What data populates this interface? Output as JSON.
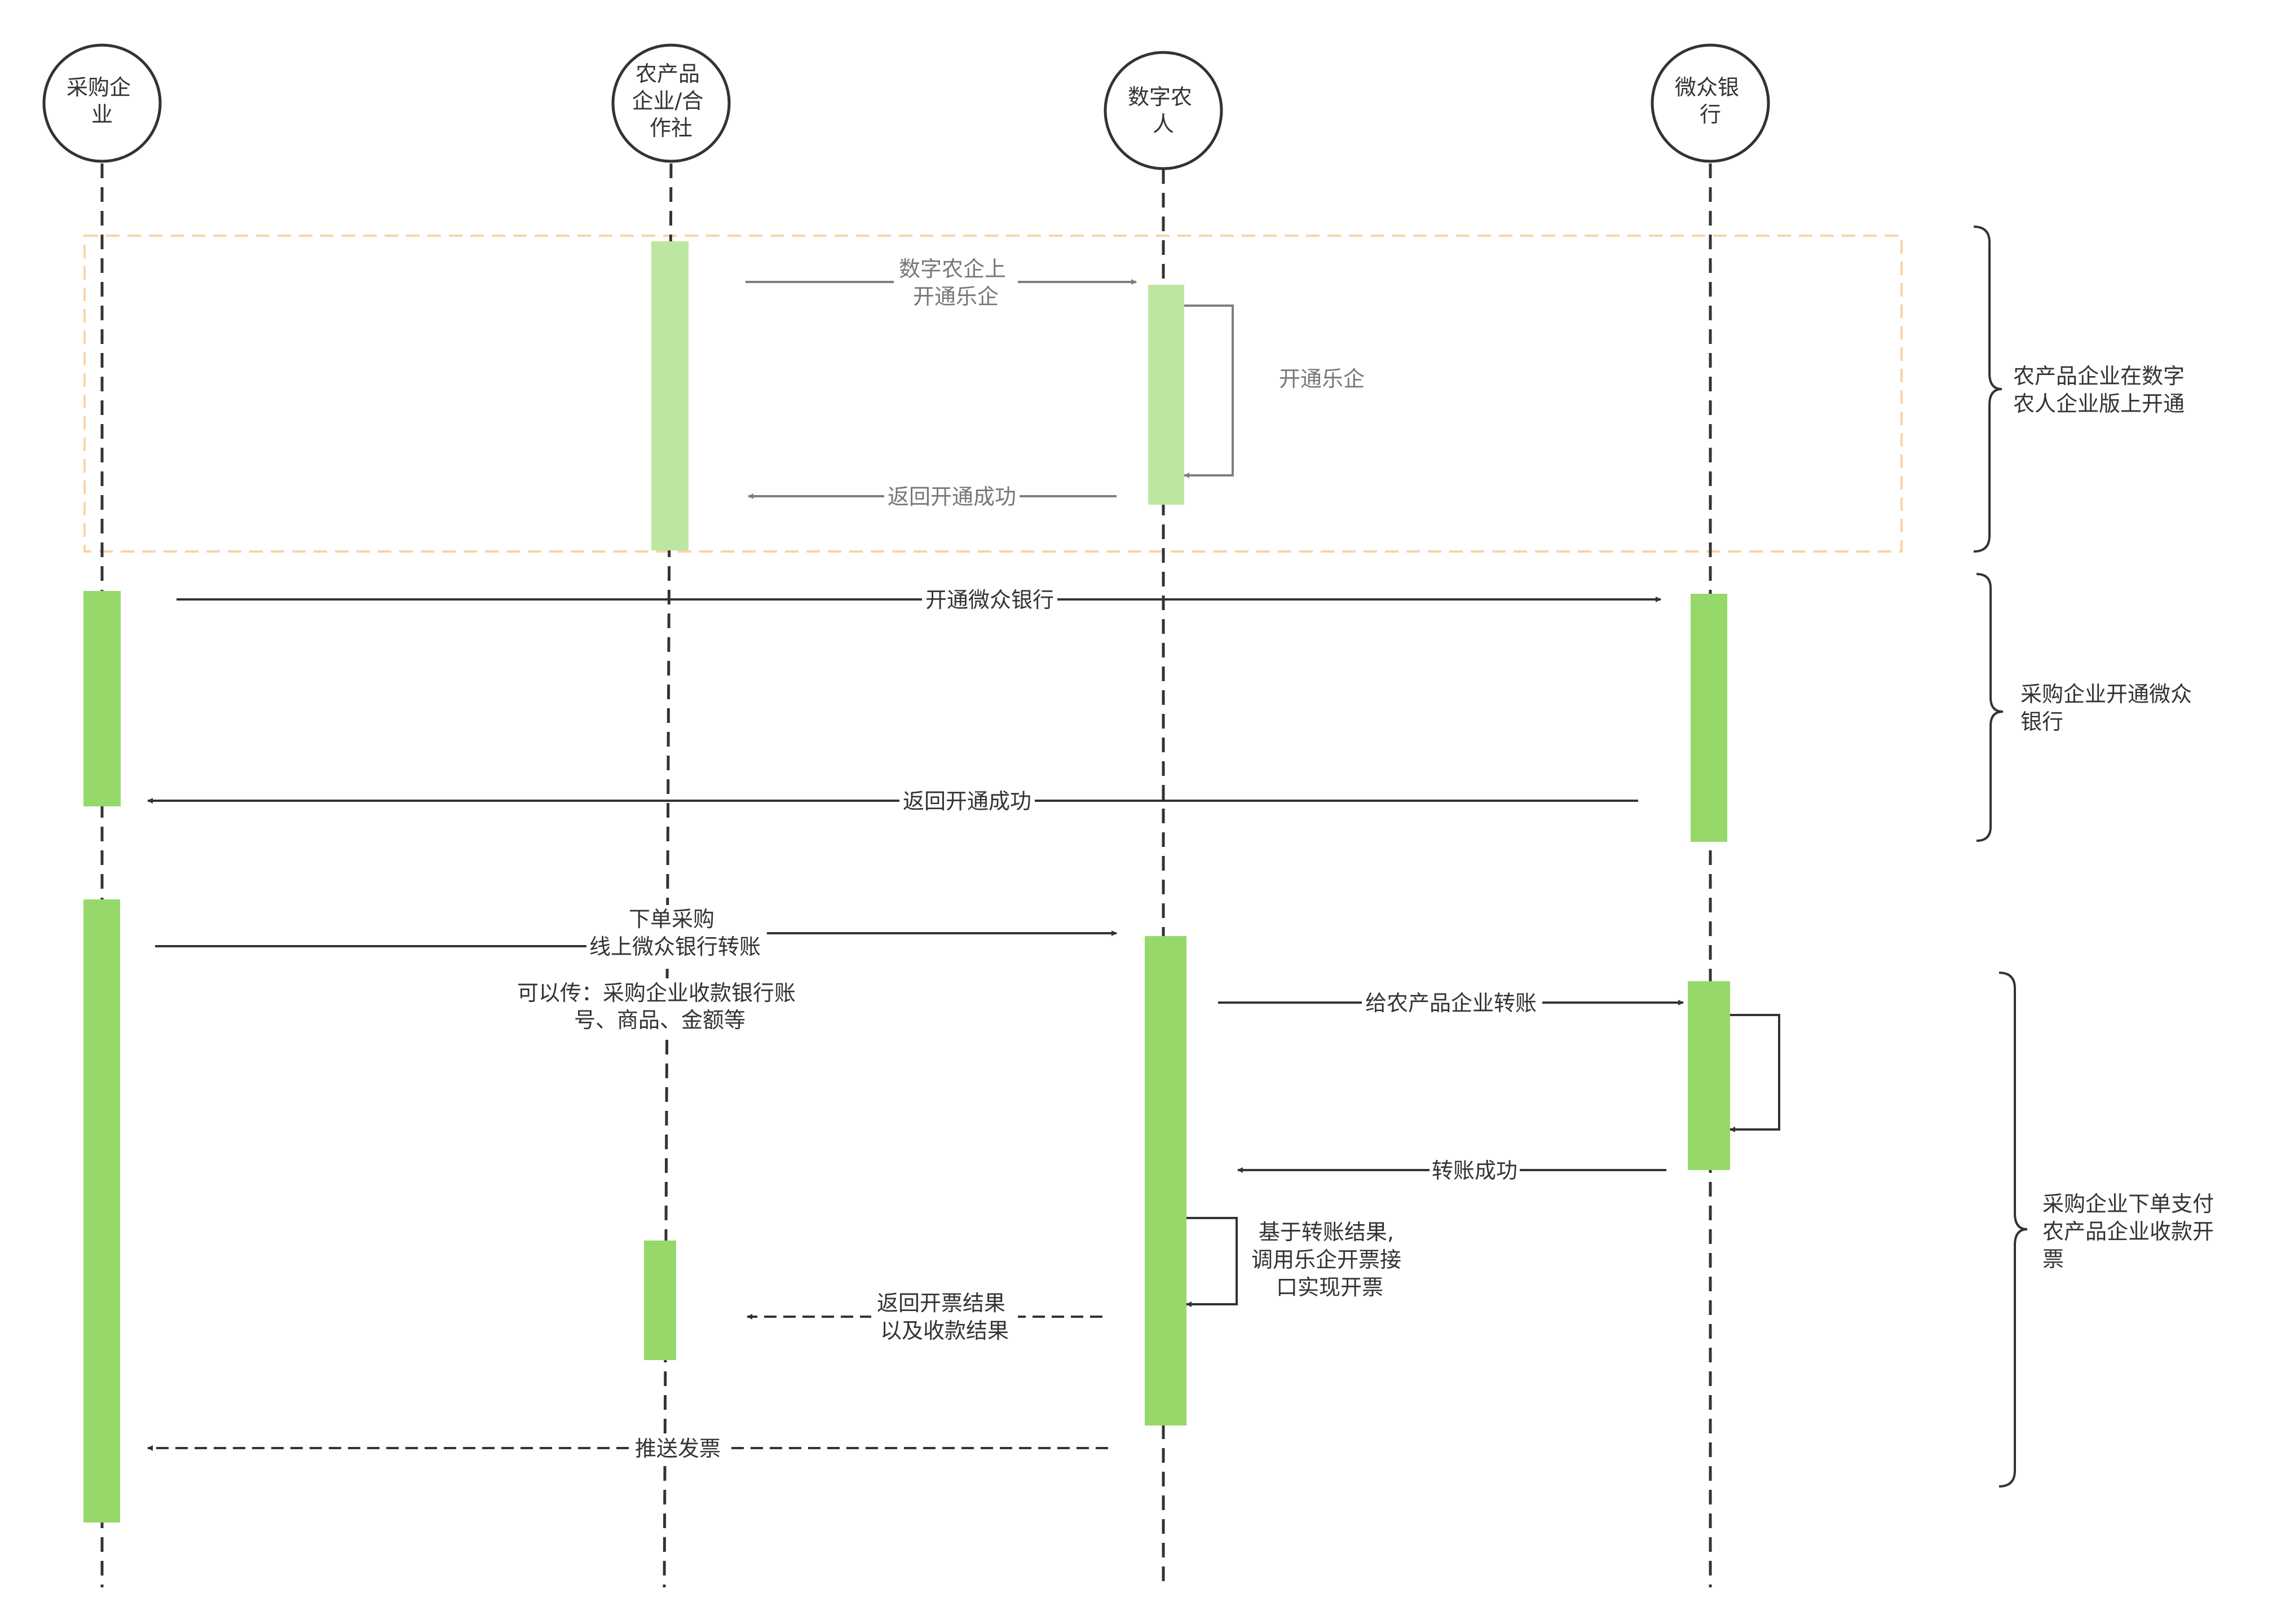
{
  "actors": [
    {
      "id": "buyer",
      "lines": [
        "采购企",
        "业"
      ]
    },
    {
      "id": "farm",
      "lines": [
        "农产品",
        "企业/合",
        "作社"
      ]
    },
    {
      "id": "digital",
      "lines": [
        "数字农",
        "人"
      ]
    },
    {
      "id": "bank",
      "lines": [
        "微众银",
        "行"
      ]
    }
  ],
  "messages": [
    {
      "id": "m1",
      "lines": [
        "数字农企上",
        "开通乐企"
      ]
    },
    {
      "id": "m2",
      "lines": [
        "开通乐企"
      ]
    },
    {
      "id": "m3",
      "lines": [
        "返回开通成功"
      ]
    },
    {
      "id": "m4",
      "lines": [
        "开通微众银行"
      ]
    },
    {
      "id": "m5",
      "lines": [
        "返回开通成功"
      ]
    },
    {
      "id": "m6",
      "lines": [
        "下单采购",
        "线上微众银行转账"
      ]
    },
    {
      "id": "m7",
      "lines": [
        "给农产品企业转账"
      ]
    },
    {
      "id": "m8",
      "lines": [
        "转账成功"
      ]
    },
    {
      "id": "m9",
      "lines": [
        "基于转账结果,",
        "调用乐企开票接",
        "口实现开票"
      ]
    },
    {
      "id": "m10",
      "lines": [
        "返回开票结果",
        "以及收款结果"
      ]
    },
    {
      "id": "m11",
      "lines": [
        "推送发票"
      ]
    }
  ],
  "notes": [
    {
      "id": "n1",
      "lines": [
        "可以传：采购企业收款银行账",
        "号、商品、金额等"
      ]
    }
  ],
  "phases": [
    {
      "id": "p1",
      "lines": [
        "农产品企业在数字",
        "农人企业版上开通"
      ]
    },
    {
      "id": "p2",
      "lines": [
        "采购企业开通微众",
        "银行"
      ]
    },
    {
      "id": "p3",
      "lines": [
        "采购企业下单支付",
        "农产品企业收款开",
        "票"
      ]
    }
  ],
  "colors": {
    "activation": "#96d96a",
    "activation_light": "#bde6a0",
    "line": "#333333",
    "grey_line": "#7f7f7f",
    "frame": "#f9d3a7"
  }
}
